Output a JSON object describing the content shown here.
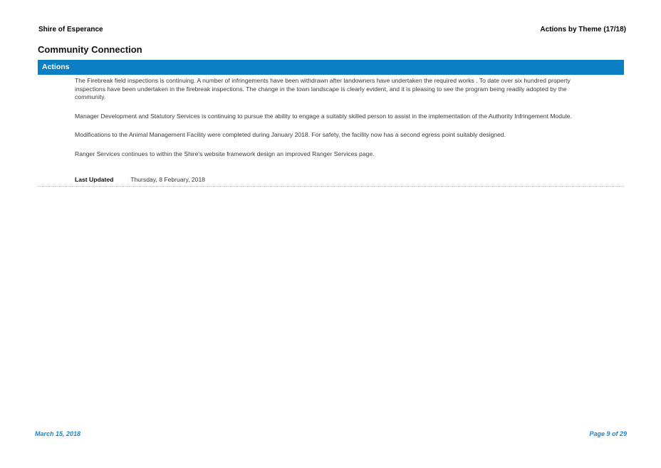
{
  "header": {
    "organization": "Shire of Esperance",
    "report_title": "Actions by Theme  (17/18)"
  },
  "section": {
    "title": "Community Connection",
    "bar_label": "Actions"
  },
  "content": {
    "paragraphs": [
      "The Firebreak field inspections is continuing. A number of infringements have been withdrawn after landowners have undertaken the required works . To date over six hundred property inspections have been undertaken in the firebreak inspections. The change in the town landscape is clearly evident, and it is pleasing to see the program being readily adopted by the community.",
      "Manager Development and Statutory Services is continuing to pursue the ability to engage a suitably skilled person to assist in the implementation of the Authority Infringement Module.",
      "Modifications to the Animal Management Facility were completed during January 2018. For safety, the facility now has a second egress point suitably designed.",
      "Ranger Services continues to within the Shire's website framework design an improved Ranger Services page."
    ],
    "last_updated_label": "Last Updated",
    "last_updated_value": "Thursday, 8 February, 2018"
  },
  "footer": {
    "date": "March 15, 2018",
    "page": "Page 9 of 29"
  },
  "colors": {
    "accent": "#0a7fc4",
    "footer_text": "#1a86c8"
  }
}
